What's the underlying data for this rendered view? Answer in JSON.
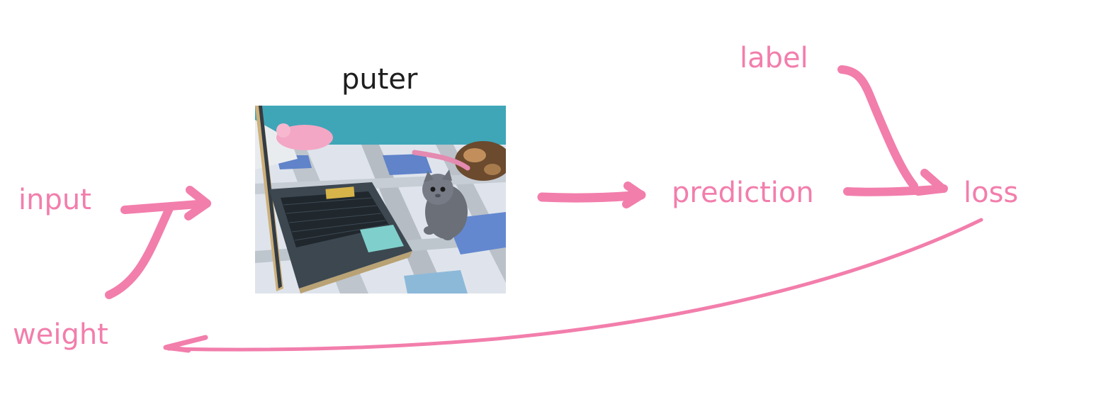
{
  "diagram": {
    "labels": {
      "model": "puter",
      "input": "input",
      "weight": "weight",
      "label": "label",
      "prediction": "prediction",
      "loss": "loss"
    },
    "colors": {
      "arrow": "#f27eac",
      "label_text": "#f27eac",
      "model_text": "#1e1e1e"
    },
    "image": {
      "icon": "kitten-laptop-photo"
    }
  }
}
